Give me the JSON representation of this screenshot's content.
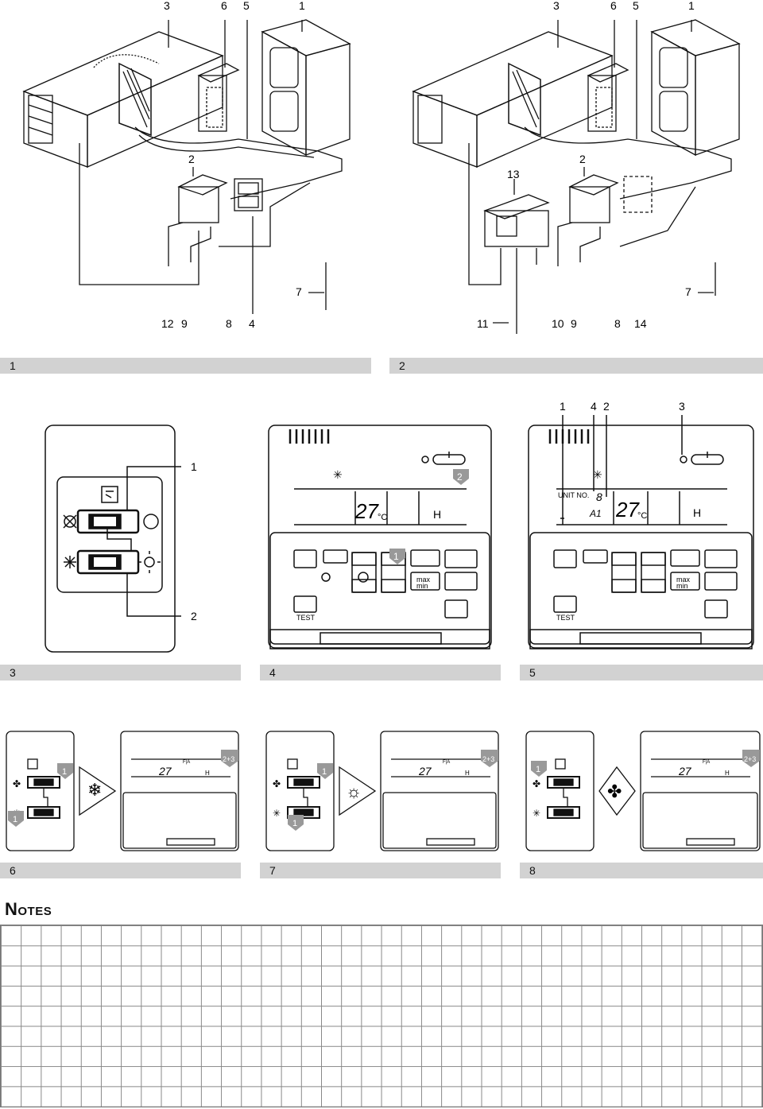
{
  "fig1": {
    "top_labels": [
      "3",
      "6",
      "5",
      "1"
    ],
    "bottom_labels": [
      "12",
      "9",
      "8",
      "4"
    ],
    "mid_labels": [
      "2",
      "7"
    ]
  },
  "fig2": {
    "top_labels": [
      "3",
      "6",
      "5",
      "1"
    ],
    "bottom_labels": [
      "11",
      "10",
      "9",
      "8",
      "14"
    ],
    "mid_labels": [
      "13",
      "2",
      "7"
    ]
  },
  "captions": {
    "c1": "1",
    "c2": "2",
    "c3": "3",
    "c4": "4",
    "c5": "5",
    "c6": "6",
    "c7": "7",
    "c8": "8"
  },
  "fig3": {
    "label_top": "1",
    "label_bottom": "2"
  },
  "fig4": {
    "temp": "27",
    "unit": "°C",
    "fan": "H",
    "callout_1": "1",
    "callout_2": "2",
    "max": "max",
    "min": "min",
    "test": "TEST"
  },
  "fig5": {
    "labels": [
      "1",
      "4",
      "2",
      "3"
    ],
    "unit_no": "UNIT NO.",
    "code": "A1",
    "digit": "8",
    "temp": "27",
    "unit": "°C",
    "fan": "H",
    "max": "max",
    "min": "min",
    "test": "TEST"
  },
  "mini": {
    "callout_1": "1",
    "callout_23": "2+3",
    "temp": "27",
    "fan": "H",
    "fa": "F|A"
  },
  "notes": {
    "title": "Notes"
  }
}
